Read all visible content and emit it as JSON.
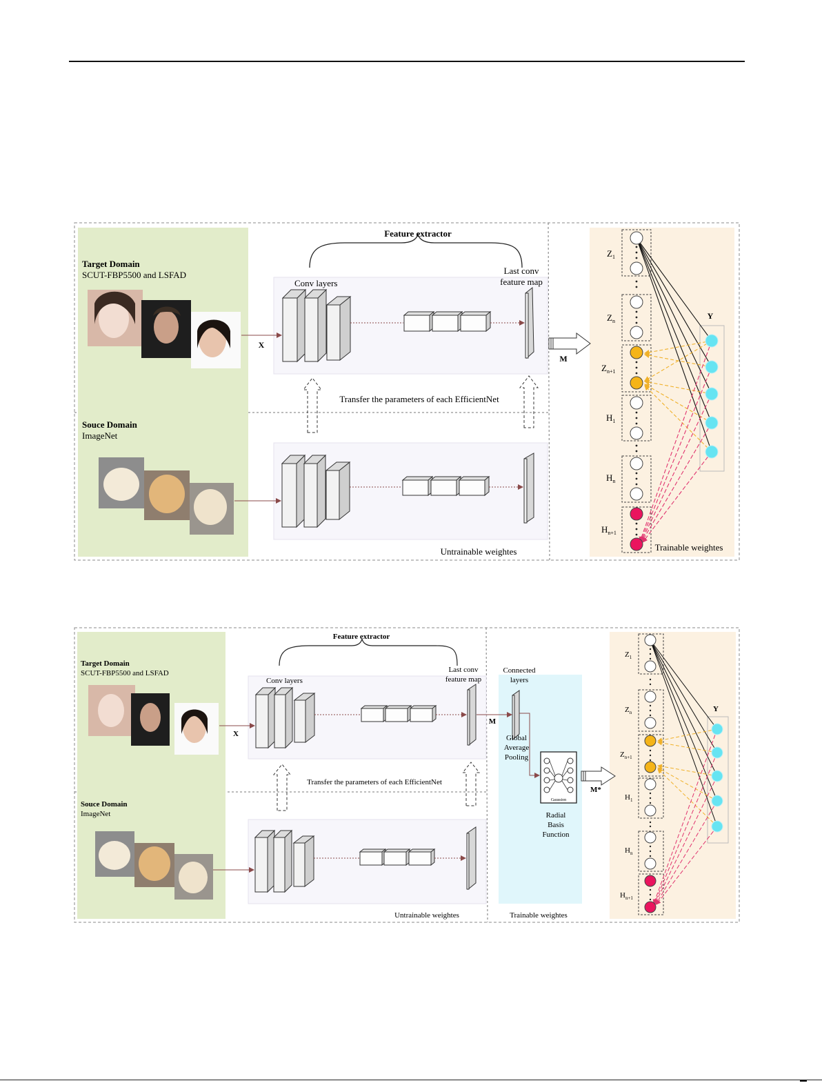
{
  "figure1": {
    "feature_extractor": "Feature extractor",
    "target_domain_title": "Target Domain",
    "target_domain_datasets": "SCUT-FBP5500 and LSFAD",
    "source_domain_title": "Souce Domain",
    "source_domain_dataset": "ImageNet",
    "conv_layers": "Conv layers",
    "last_conv_line1": "Last conv",
    "last_conv_line2": "feature map",
    "transfer_text": "Transfer the parameters of each EfficientNet",
    "untrainable": "Untrainable weightes",
    "trainable": "Trainable weightes",
    "x_label": "X",
    "m_label": "M",
    "y_label": "Y",
    "z_labels": [
      "Z",
      "Z",
      "Z"
    ],
    "z_subs": [
      "1",
      "n",
      "n+1"
    ],
    "h_labels": [
      "H",
      "H",
      "H"
    ],
    "h_subs": [
      "1",
      "n",
      "n+1"
    ]
  },
  "figure2": {
    "feature_extractor": "Feature extractor",
    "target_domain_title": "Target Domain",
    "target_domain_datasets": "SCUT-FBP5500 and LSFAD",
    "source_domain_title": "Souce Domain",
    "source_domain_dataset": "ImageNet",
    "conv_layers": "Conv layers",
    "last_conv_line1": "Last conv",
    "last_conv_line2": "feature map",
    "connected_line1": "Connected",
    "connected_line2": "layers",
    "gap_line1": "Global",
    "gap_line2": "Average",
    "gap_line3": "Pooling",
    "rbf_line1": "Radial",
    "rbf_line2": "Basis",
    "rbf_line3": "Function",
    "gaussian": "Gaussion",
    "transfer_text": "Transfer the parameters of each EfficientNet",
    "untrainable": "Untrainable weightes",
    "trainable": "Trainable weightes",
    "x_label": "X",
    "m_label": "M",
    "mstar_label": "M*",
    "y_label": "Y",
    "z_labels": [
      "Z",
      "Z",
      "Z"
    ],
    "z_subs": [
      "1",
      "n",
      "n+1"
    ],
    "h_labels": [
      "H",
      "H",
      "H"
    ],
    "h_subs": [
      "1",
      "n",
      "n+1"
    ]
  },
  "colors": {
    "domain_panel": "#e2ecca",
    "node_panel": "#fcf1e1",
    "rbf_panel": "#e0f6fb",
    "inner_panel": "#f7f6fb",
    "cyan_node": "#66e4f2",
    "orange_node": "#f5b418",
    "magenta_node": "#ea145e"
  }
}
